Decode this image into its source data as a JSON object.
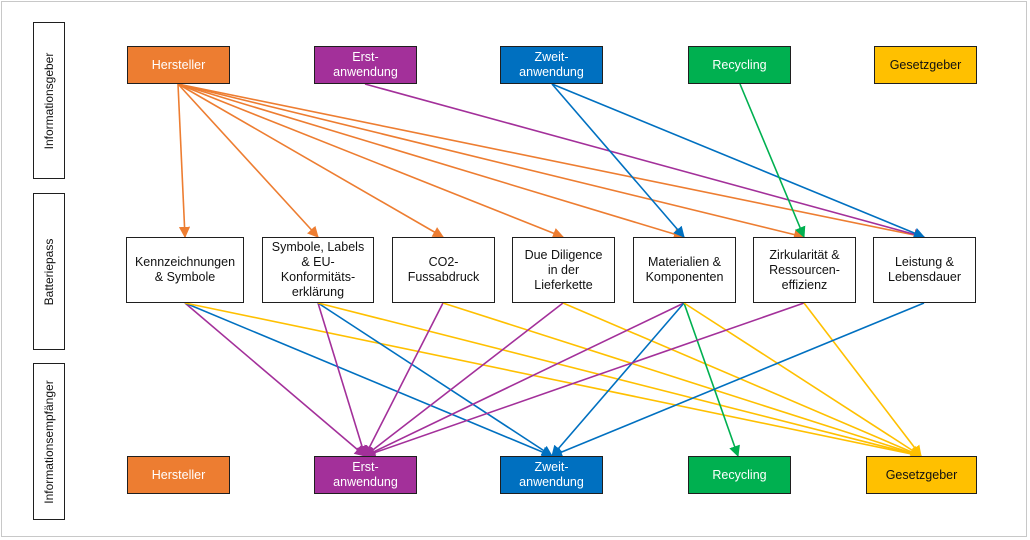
{
  "row_labels": {
    "senders": "Informationsgeber",
    "passport": "Batteriepass",
    "receivers": "Informationsempfänger"
  },
  "senders": [
    {
      "id": "hersteller",
      "label": "Hersteller",
      "color": "#ED7D31"
    },
    {
      "id": "erstanwendung",
      "label": "Erst-\nanwendung",
      "color": "#A3309A"
    },
    {
      "id": "zweitanwendung",
      "label": "Zweit-\nanwendung",
      "color": "#0070C0"
    },
    {
      "id": "recycling",
      "label": "Recycling",
      "color": "#00B050"
    },
    {
      "id": "gesetzgeber",
      "label": "Gesetzgeber",
      "color": "#FFC000"
    }
  ],
  "passport_items": [
    {
      "id": "kennzeichnungen",
      "label": "Kennzeichnungen\n& Symbole"
    },
    {
      "id": "symbole",
      "label": "Symbole, Labels\n& EU-\nKonformitäts-\nerklärung"
    },
    {
      "id": "co2",
      "label": "CO2-\nFussabdruck"
    },
    {
      "id": "diligence",
      "label": "Due Diligence\nin der\nLieferkette"
    },
    {
      "id": "materialien",
      "label": "Materialien &\nKomponenten"
    },
    {
      "id": "zirkularitaet",
      "label": "Zirkularität &\nRessourcen-\neffizienz"
    },
    {
      "id": "leistung",
      "label": "Leistung &\nLebensdauer"
    }
  ],
  "receivers": [
    {
      "id": "hersteller",
      "label": "Hersteller",
      "color": "#ED7D31"
    },
    {
      "id": "erstanwendung",
      "label": "Erst-\nanwendung",
      "color": "#A3309A"
    },
    {
      "id": "zweitanwendung",
      "label": "Zweit-\nanwendung",
      "color": "#0070C0"
    },
    {
      "id": "recycling",
      "label": "Recycling",
      "color": "#00B050"
    },
    {
      "id": "gesetzgeber",
      "label": "Gesetzgeber",
      "color": "#FFC000"
    }
  ],
  "edges_in": [
    {
      "from": "hersteller",
      "to": "kennzeichnungen"
    },
    {
      "from": "hersteller",
      "to": "symbole"
    },
    {
      "from": "hersteller",
      "to": "co2"
    },
    {
      "from": "hersteller",
      "to": "diligence"
    },
    {
      "from": "hersteller",
      "to": "materialien"
    },
    {
      "from": "hersteller",
      "to": "zirkularitaet"
    },
    {
      "from": "hersteller",
      "to": "leistung"
    },
    {
      "from": "erstanwendung",
      "to": "leistung"
    },
    {
      "from": "zweitanwendung",
      "to": "materialien"
    },
    {
      "from": "zweitanwendung",
      "to": "leistung"
    },
    {
      "from": "recycling",
      "to": "zirkularitaet"
    }
  ],
  "edges_out": [
    {
      "from": "kennzeichnungen",
      "to": "erstanwendung"
    },
    {
      "from": "kennzeichnungen",
      "to": "zweitanwendung"
    },
    {
      "from": "kennzeichnungen",
      "to": "gesetzgeber"
    },
    {
      "from": "symbole",
      "to": "erstanwendung"
    },
    {
      "from": "symbole",
      "to": "zweitanwendung"
    },
    {
      "from": "symbole",
      "to": "gesetzgeber"
    },
    {
      "from": "co2",
      "to": "erstanwendung"
    },
    {
      "from": "co2",
      "to": "gesetzgeber"
    },
    {
      "from": "diligence",
      "to": "erstanwendung"
    },
    {
      "from": "diligence",
      "to": "gesetzgeber"
    },
    {
      "from": "materialien",
      "to": "erstanwendung"
    },
    {
      "from": "materialien",
      "to": "zweitanwendung"
    },
    {
      "from": "materialien",
      "to": "recycling"
    },
    {
      "from": "materialien",
      "to": "gesetzgeber"
    },
    {
      "from": "zirkularitaet",
      "to": "erstanwendung"
    },
    {
      "from": "zirkularitaet",
      "to": "gesetzgeber"
    },
    {
      "from": "leistung",
      "to": "zweitanwendung"
    }
  ]
}
